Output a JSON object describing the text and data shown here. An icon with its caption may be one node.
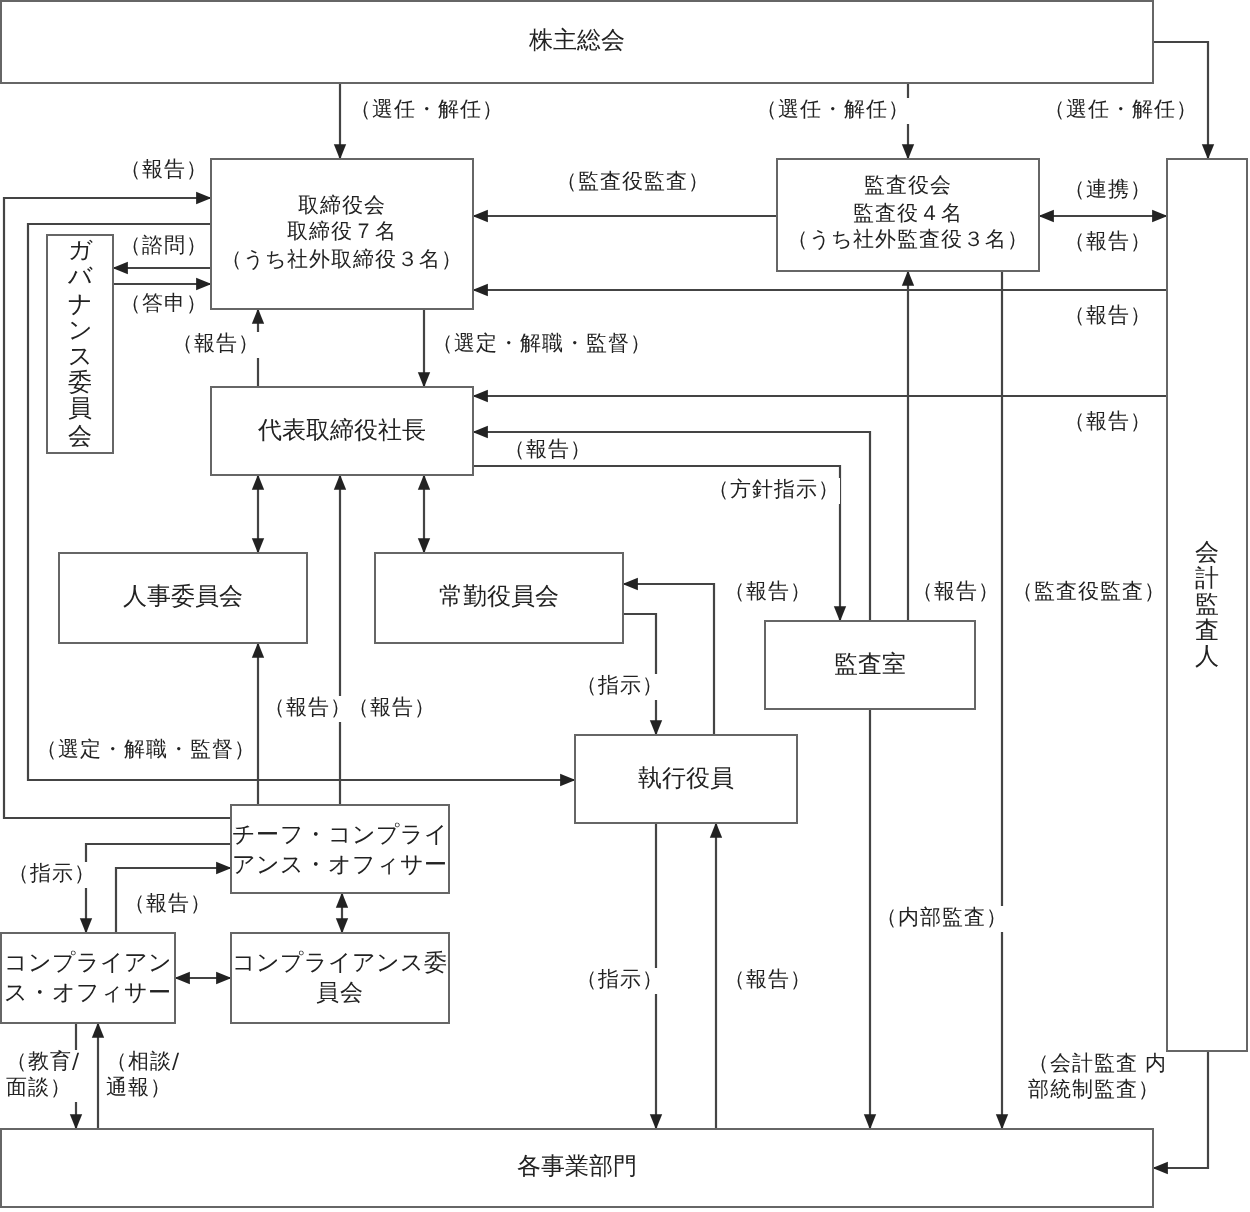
{
  "diagram": {
    "nodes": [
      {
        "text": [
          "株主総会"
        ]
      },
      {
        "text": [
          "取締役会",
          "取締役７名",
          "（うち社外取締役３名）"
        ]
      },
      {
        "text": [
          "監査役会",
          "監査役４名",
          "（うち社外監査役３名）"
        ]
      },
      {
        "text": [
          "会計監査人"
        ]
      },
      {
        "text": [
          "ガバナンス委員会"
        ]
      },
      {
        "text": [
          "代表取締役社長"
        ]
      },
      {
        "text": [
          "人事委員会"
        ]
      },
      {
        "text": [
          "常勤役員会"
        ]
      },
      {
        "text": [
          "監査室"
        ]
      },
      {
        "text": [
          "執行役員"
        ]
      },
      {
        "text": [
          "チーフ・コンプライアンス・オフィサー"
        ]
      },
      {
        "text": [
          "コンプライアンス・オフィサー"
        ]
      },
      {
        "text": [
          "コンプライアンス委員会"
        ]
      },
      {
        "text": [
          "各事業部門"
        ]
      }
    ],
    "edges": [
      {
        "from": 0,
        "to": 1,
        "arrow": "to",
        "label": "（選任・解任）"
      },
      {
        "from": 0,
        "to": 2,
        "arrow": "to",
        "label": "（選任・解任）"
      },
      {
        "from": 0,
        "to": 3,
        "arrow": "to",
        "label": "（選任・解任）"
      },
      {
        "from": 2,
        "to": 1,
        "arrow": "to",
        "label": "（監査役監査）"
      },
      {
        "from": 2,
        "to": 3,
        "arrow": "both",
        "label": "（連携）"
      },
      {
        "from": 3,
        "to": 1,
        "arrow": "to",
        "label": "（報告）"
      },
      {
        "from": 3,
        "to": 5,
        "arrow": "to",
        "label": "（報告）"
      },
      {
        "from": 1,
        "to": 4,
        "arrow": "to",
        "label": "（諮問）"
      },
      {
        "from": 4,
        "to": 1,
        "arrow": "to",
        "label": "（答申）"
      },
      {
        "from": 5,
        "to": 1,
        "arrow": "to",
        "label": "（報告）"
      },
      {
        "from": 1,
        "to": 5,
        "arrow": "to",
        "label": "（選定・解職・監督）"
      },
      {
        "from": 8,
        "to": 5,
        "arrow": "to",
        "label": "（報告）"
      },
      {
        "from": 5,
        "to": 8,
        "arrow": "to",
        "label": "（方針指示）"
      },
      {
        "from": 5,
        "to": 6,
        "arrow": "both"
      },
      {
        "from": 5,
        "to": 7,
        "arrow": "both"
      },
      {
        "from": 8,
        "to": 2,
        "arrow": "to",
        "label": "（報告）"
      },
      {
        "from": 2,
        "to": 13,
        "arrow": "to",
        "label": "（監査役監査）"
      },
      {
        "from": 10,
        "to": 6,
        "arrow": "to",
        "label": "（報告）"
      },
      {
        "from": 10,
        "to": 5,
        "arrow": "to",
        "label": "（報告）"
      },
      {
        "from": 9,
        "to": 7,
        "arrow": "to",
        "label": "（報告）"
      },
      {
        "from": 7,
        "to": 9,
        "arrow": "to",
        "label": "（指示）"
      },
      {
        "from": 1,
        "to": 9,
        "arrow": "to",
        "label": "（選定・解職・監督）"
      },
      {
        "from": 10,
        "to": 1,
        "arrow": "to",
        "label": "（報告）"
      },
      {
        "from": 10,
        "to": 11,
        "arrow": "to",
        "label": "（指示）"
      },
      {
        "from": 11,
        "to": 10,
        "arrow": "to",
        "label": "（報告）"
      },
      {
        "from": 10,
        "to": 12,
        "arrow": "both"
      },
      {
        "from": 11,
        "to": 12,
        "arrow": "both"
      },
      {
        "from": 11,
        "to": 13,
        "arrow": "to",
        "label": "（教育/面談）"
      },
      {
        "from": 13,
        "to": 11,
        "arrow": "to",
        "label": "（相談/通報）"
      },
      {
        "from": 9,
        "to": 13,
        "arrow": "to",
        "label": "（指示）"
      },
      {
        "from": 13,
        "to": 9,
        "arrow": "to",
        "label": "（報告）"
      },
      {
        "from": 8,
        "to": 13,
        "arrow": "to",
        "label": "（内部監査）"
      },
      {
        "from": 3,
        "to": 13,
        "arrow": "to",
        "label": "（会計監査 内部統制監査）"
      }
    ],
    "labels": [
      "（報告）"
    ]
  }
}
